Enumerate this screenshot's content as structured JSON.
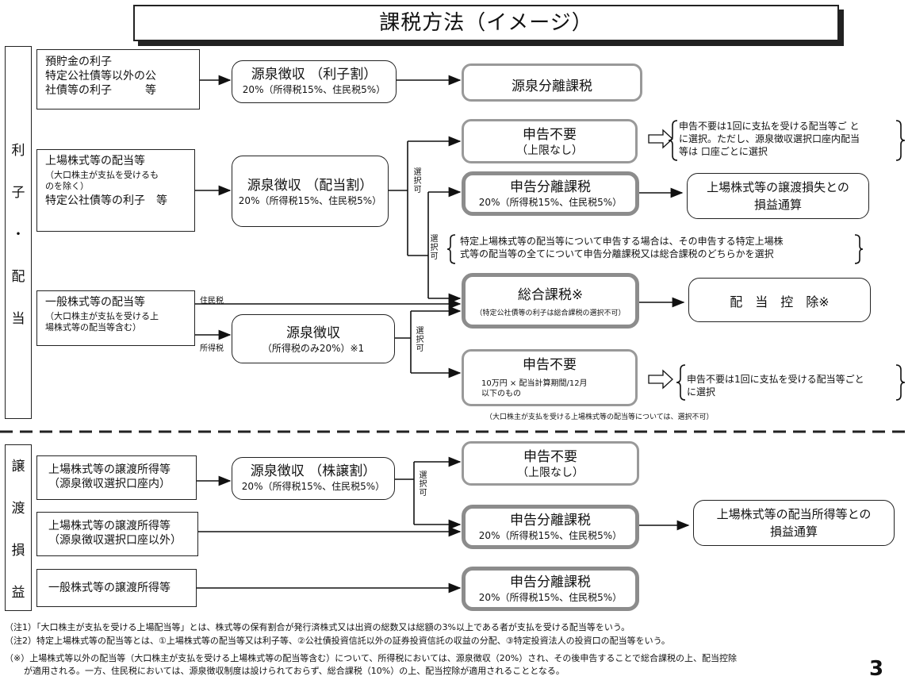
{
  "title": "課税方法（イメージ）",
  "side": {
    "dividend_chars": [
      "利",
      "子",
      "・",
      "配",
      "当"
    ],
    "transfer_chars": [
      "譲",
      "渡",
      "損",
      "益"
    ]
  },
  "sources": {
    "deposit": "預貯金の利子\n特定公社債等以外の公\n社債等の利子　　　等",
    "listed_div_a": "上場株式等の配当等",
    "listed_div_b": "（大口株主が支払を受けるも\nのを除く）",
    "listed_div_c": "特定公社債等の利子　等",
    "general_div_a": "一般株式等の配当等",
    "general_div_b": "（大口株主が支払を受ける上\n場株式等の配当等含む）",
    "listed_tr_in": "上場株式等の譲渡所得等\n（源泉徴収選択口座内）",
    "listed_tr_out": "上場株式等の譲渡所得等\n（源泉徴収選択口座以外）",
    "general_tr": "一般株式等の譲渡所得等"
  },
  "withholding": {
    "interest_main": "源泉徴収 （利子割）",
    "interest_sub": "20%（所得税15%、住民税5%）",
    "dividend_main": "源泉徴収 （配当割）",
    "dividend_sub": "20%（所得税15%、住民税5%）",
    "general_main": "源泉徴収",
    "general_sub": "（所得税のみ20%）※1",
    "stock_main": "源泉徴収 （株譲割）",
    "stock_sub": "20%（所得税15%、住民税5%）"
  },
  "taxation": {
    "source_separate": "源泉分離課税",
    "no_filing": "申告不要",
    "no_limit": "（上限なし）",
    "separate": "申告分離課税",
    "rate": "20%（所得税15%、住民税5%）",
    "comprehensive": "総合課税※",
    "comprehensive_note": "（特定公社債等の利子は総合課税の選択不可）",
    "no_filing_small": "10万円 × 配当計算期間/12月\n以下のもの"
  },
  "results": {
    "offset_loss": "上場株式等の譲渡損失との\n損益通算",
    "dividend_deduction": "配　当　控　除※",
    "offset_dividend": "上場株式等の配当所得等との\n損益通算"
  },
  "labels": {
    "choice": "選択可",
    "resident_tax": "住民税",
    "income_tax": "所得税"
  },
  "annotations": {
    "choice_listed": "申告不要は1回に支払を受ける配当等ご と\nに選択。ただし、源泉徴収選択口座内配当\n等は 口座ごとに選択",
    "specific_listed": "特定上場株式等の配当等について申告する場合は、その申告する特定上場株\n式等の配当等の全てについて申告分離課税又は総合課税のどちらかを選択",
    "choice_general": "申告不要は1回に支払を受ける配当等ごと\nに選択",
    "large_holder": "（大口株主が支払を受ける上場株式等の配当等については、選択不可）"
  },
  "footnotes": {
    "n1": "（注1）「大口株主が支払を受ける上場配当等」とは、株式等の保有割合が発行済株式又は出資の総数又は総額の3%以上である者が支払を受ける配当等をいう。",
    "n2": "（注2）特定上場株式等の配当等とは、①上場株式等の配当等又は利子等、②公社債投資信託以外の証券投資信託の収益の分配、③特定投資法人の投資口の配当等をいう。",
    "n3a": "（※）上場株式等以外の配当等（大口株主が支払を受ける上場株式等の配当等含む）について、所得税においては、源泉徴収（20%）され、その後申告することで総合課税の上、配当控除",
    "n3b": "が適用される。一方、住民税においては、源泉徴収制度は設けられておらず、総合課税（10%）の上、配当控除が適用されることとなる。"
  },
  "page_number": "3"
}
